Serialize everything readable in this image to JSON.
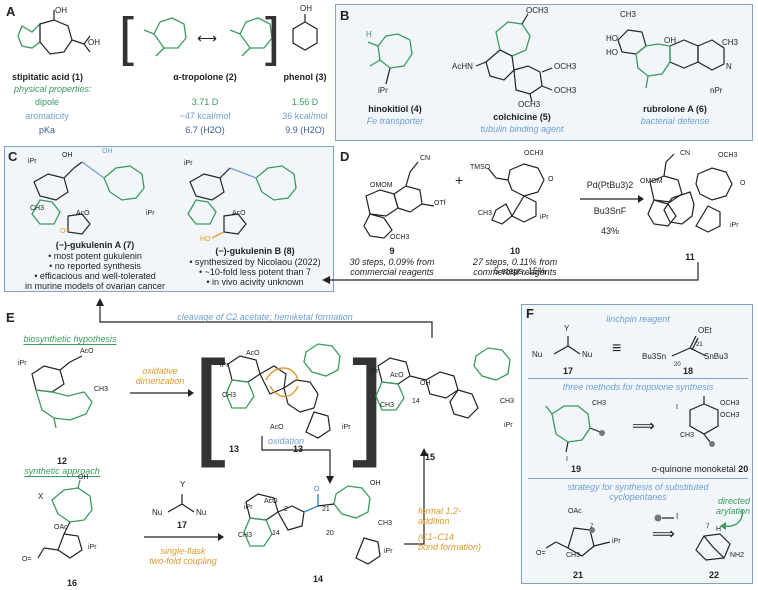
{
  "panels": {
    "A": {
      "label": "A",
      "compounds": [
        {
          "name": "stipitatic acid",
          "num": "(1)"
        },
        {
          "name": "α-tropolone",
          "num": "(2)"
        },
        {
          "name": "phenol",
          "num": "(3)"
        }
      ],
      "props_title": "physical properties:",
      "props": [
        {
          "name": "dipole",
          "v2": "3.71 D",
          "v3": "1.56 D"
        },
        {
          "name": "aromaticity",
          "v2": "~47 kcal/mol",
          "v3": "36 kcal/mol"
        },
        {
          "name": "pKa",
          "v2": "6.7 (H2O)",
          "v3": "9.9 (H2O)"
        }
      ]
    },
    "B": {
      "label": "B",
      "compounds": [
        {
          "name": "hinokitiol",
          "num": "(4)",
          "role": "Fe transporter",
          "sub": "iPr"
        },
        {
          "name": "colchicine",
          "num": "(5)",
          "role": "tubulin binding agent",
          "sub": "AcHN"
        },
        {
          "name": "rubrolone A",
          "num": "(6)",
          "role": "bacterial defense",
          "sub": "nPr"
        }
      ]
    },
    "C": {
      "label": "C",
      "cpd7": {
        "name": "(−)-gukulenin A",
        "num": "(7)",
        "bullets": [
          "• most potent gukulenin",
          "• no reported synthesis",
          "• efficacious and well-tolerated",
          "in murine models of ovarian cancer"
        ]
      },
      "cpd8": {
        "name": "(−)-gukulenin B",
        "num": "(8)",
        "bullets": [
          "• synthesized by Nicolaou (2022)",
          "• ~10-fold less potent than 7",
          "• in vivo acivity unknown"
        ]
      }
    },
    "D": {
      "label": "D",
      "cpd9": {
        "num": "9",
        "desc1": "30 steps, 0.09% from",
        "desc2": "commercial reagents"
      },
      "cpd10": {
        "num": "10",
        "desc1": "27 steps, 0.11% from",
        "desc2": "commercial reagents"
      },
      "plus": "+",
      "reagent1": "Pd(PtBu3)2",
      "reagent2": "Bu3SnF",
      "yield": "43%",
      "cpd11": {
        "num": "11"
      },
      "return": "5 steps, 15%"
    },
    "E": {
      "label": "E",
      "top_arrow": "cleavage of C2 acetate; hemiketal formation",
      "biosynthetic": "biosynthetic hypothesis",
      "oxdimer1": "oxidative",
      "oxdimer2": "dimerization",
      "oxidation": "oxidation",
      "synthetic": "synthetic approach",
      "single1": "single-flask",
      "single2": "two-fold coupling",
      "formal1": "formal 1,2-",
      "formal2": "addition",
      "formal3": "(C1–C14",
      "formal4": "bond formation)",
      "nums": {
        "c12": "12",
        "c13a": "13",
        "c13b": "13",
        "c15": "15",
        "c16": "16",
        "c17": "17",
        "c14": "14"
      },
      "atoms": {
        "iPr": "iPr",
        "AcO": "AcO",
        "OAc": "OAc",
        "CH3": "CH3",
        "OH": "OH",
        "X": "X",
        "Y": "Y",
        "Nu": "Nu",
        "c2": "2",
        "c21": "21",
        "c20": "20",
        "c14n": "14",
        "c1": "1"
      }
    },
    "F": {
      "label": "F",
      "linchpin": "linchpin reagent",
      "three": "three methods for tropolone synthesis",
      "strategy1": "strategy for synthesis of substituted",
      "strategy2": "cyclopentanes",
      "directed1": "directed",
      "directed2": "arylation",
      "oquinone": "o-quinone monoketal",
      "nums": {
        "c17": "17",
        "c18": "18",
        "c19": "19",
        "c20": "20",
        "c21": "21",
        "c22": "22"
      },
      "atoms": {
        "Nu": "Nu",
        "Y": "Y",
        "OEt": "OEt",
        "Bu3Sn": "Bu3Sn",
        "SnBu3": "SnBu3",
        "c20": "20",
        "c21": "21",
        "OCH3": "OCH3",
        "I": "I",
        "CH3": "CH3",
        "OAc": "OAc",
        "iPr": "iPr",
        "NH2": "NH2",
        "H": "H",
        "c7": "7"
      }
    }
  },
  "colors": {
    "panel_border": "#7fa3c8",
    "panel_fill": "#f2f6fb",
    "green": "#3a9b5c",
    "lightblue": "#6e9ecf",
    "orange": "#e09a2a"
  }
}
